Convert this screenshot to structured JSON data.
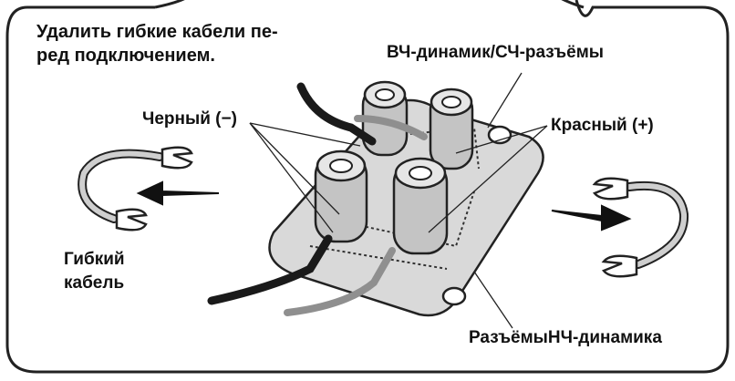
{
  "labels": {
    "instruction_line1": "Удалить гибкие кабели пе-",
    "instruction_line2": "ред подключением.",
    "hf_mf_terminals": "ВЧ-динамик/СЧ-разъёмы",
    "black_minus": "Черный (−)",
    "red_plus": "Красный (+)",
    "jumper_line1": "Гибкий",
    "jumper_line2": "кабель",
    "lf_terminals": "РазъёмыНЧ-динамика"
  },
  "colors": {
    "frame": "#222222",
    "panel": "#d9d9d9",
    "post": "#c4c4c4",
    "black_wire": "#1a1a1a",
    "red_wire": "#8f8f8f",
    "jumper": "#cfcfcf"
  }
}
